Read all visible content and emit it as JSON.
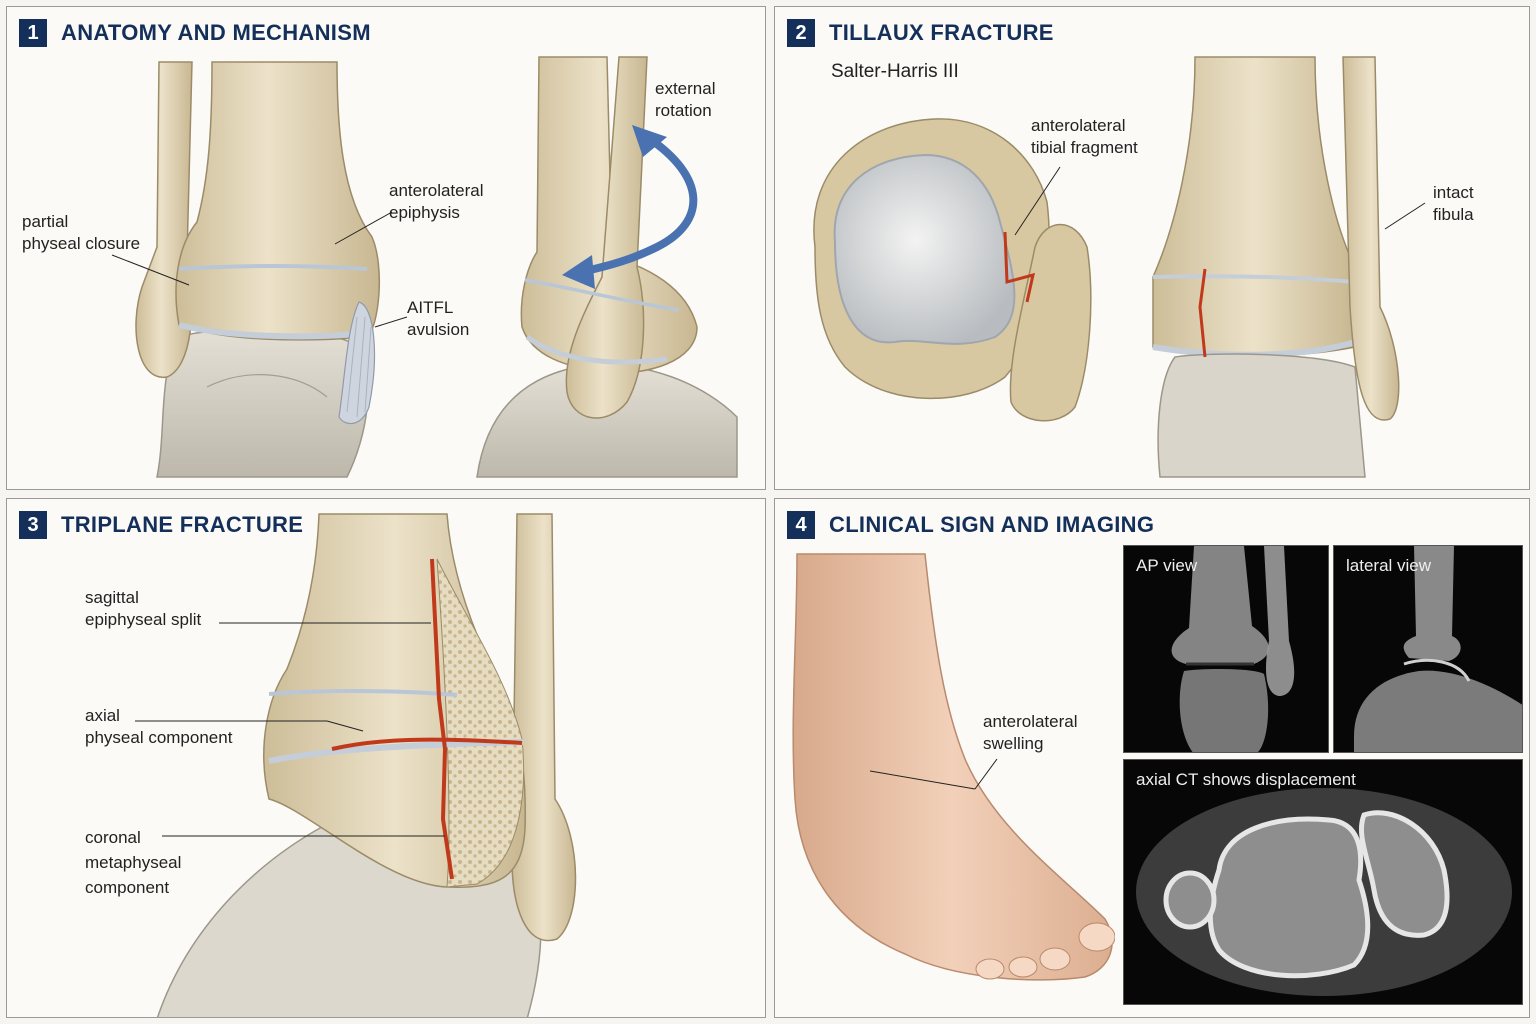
{
  "panels": {
    "p1": {
      "num": "1",
      "title": "ANATOMY AND MECHANISM",
      "labels": {
        "partial_closure": [
          "partial",
          "physeal closure"
        ],
        "al_epiphysis": [
          "anterolateral",
          "epiphysis"
        ],
        "aitfl": [
          "AITFL",
          "avulsion"
        ],
        "external_rotation": [
          "external",
          "rotation"
        ]
      }
    },
    "p2": {
      "num": "2",
      "title": "TILLAUX FRACTURE",
      "subtitle": "Salter-Harris III",
      "labels": {
        "fragment": [
          "anterolateral",
          "tibial fragment"
        ],
        "fibula": [
          "intact",
          "fibula"
        ]
      }
    },
    "p3": {
      "num": "3",
      "title": "TRIPLANE FRACTURE",
      "labels": {
        "sagittal": [
          "sagittal",
          "epiphyseal split"
        ],
        "axial": [
          "axial",
          "physeal component"
        ],
        "coronal": [
          "coronal",
          "metaphyseal",
          "component"
        ]
      }
    },
    "p4": {
      "num": "4",
      "title": "CLINICAL SIGN AND IMAGING",
      "labels": {
        "swelling": [
          "anterolateral",
          "swelling"
        ]
      },
      "imaging": {
        "ap": "AP view",
        "lateral": "lateral view",
        "ct": "axial CT shows displacement"
      }
    }
  },
  "colors": {
    "heading": "#14305a",
    "bone": "#e3d6b8",
    "cartilage": "#c9d3de",
    "fracture": "#c0391b",
    "arrow": "#4a72b0"
  }
}
